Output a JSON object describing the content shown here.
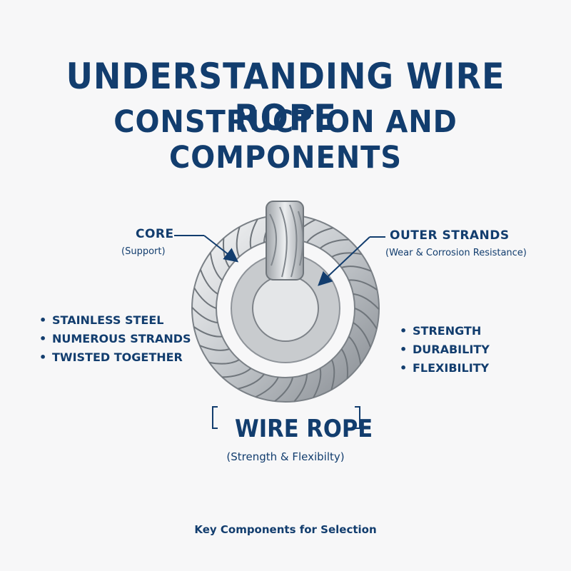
{
  "title": {
    "line1": "UNDERSTANDING WIRE ROPE",
    "line2": "CONSTRUCTION AND COMPONENTS"
  },
  "callouts": {
    "core": {
      "label": "CORE",
      "sub": "(Support)"
    },
    "outer_strands": {
      "label": "OUTER STRANDS",
      "sub": "(Wear & Corrosion Resistance)"
    }
  },
  "left_list": [
    "STAINLESS STEEL",
    "NUMEROUS STRANDS",
    "TWISTED TOGETHER"
  ],
  "right_list": [
    "STRENGTH",
    "DURABILITY",
    "FLEXIBILITY"
  ],
  "center": {
    "title": "WIRE ROPE",
    "sub": "(Strength & Flexibilty)"
  },
  "footer": "Key Components for Selection",
  "colors": {
    "navy": "#123d6e",
    "steel_light": "#e6e8ea",
    "steel_mid": "#b9bec3",
    "steel_dark": "#6f757b"
  }
}
